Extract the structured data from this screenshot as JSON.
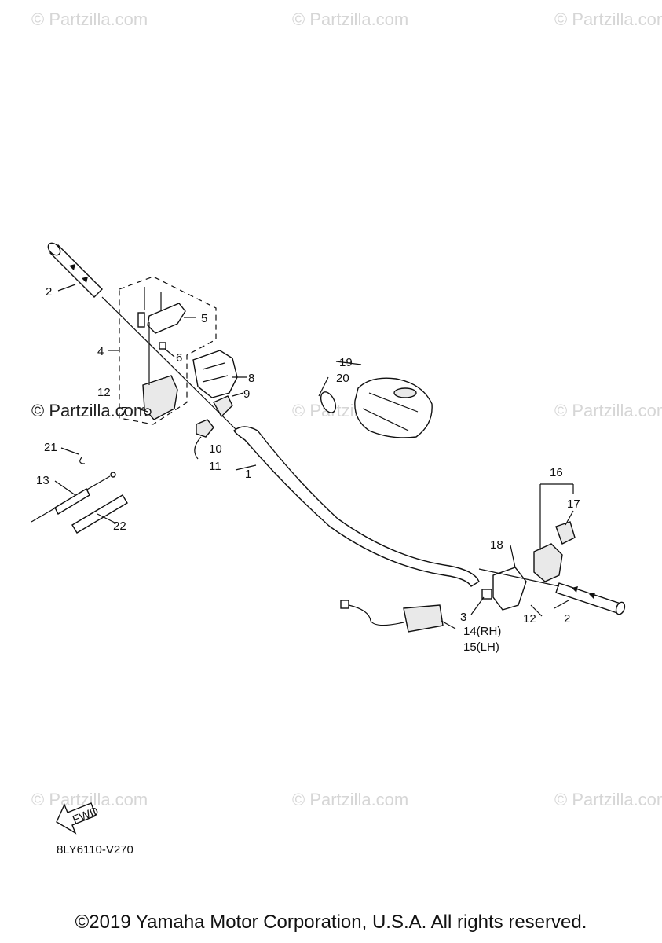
{
  "watermarks": [
    "© Partzilla.com",
    "© Partzilla.com",
    "© Partzilla.com",
    "© Partzilla.com",
    "© Partzilla.com",
    "© Partzilla.com",
    "© Partzilla.com",
    "© Partzilla.com",
    "© Partzilla.com"
  ],
  "callouts": {
    "c1": "1",
    "c2a": "2",
    "c2b": "2",
    "c3": "3",
    "c4": "4",
    "c5": "5",
    "c6": "6",
    "c7": "7",
    "c8": "8",
    "c9": "9",
    "c10": "10",
    "c11": "11",
    "c12a": "12",
    "c12b": "12",
    "c13": "13",
    "c14": "14(RH)",
    "c15": "15(LH)",
    "c16": "16",
    "c17": "17",
    "c18": "18",
    "c19": "19",
    "c20": "20",
    "c21": "21",
    "c22": "22"
  },
  "fwd_label": "FWD",
  "diagram_code": "8LY6110-V270",
  "copyright": "©2019 Yamaha Motor Corporation, U.S.A. All rights reserved."
}
